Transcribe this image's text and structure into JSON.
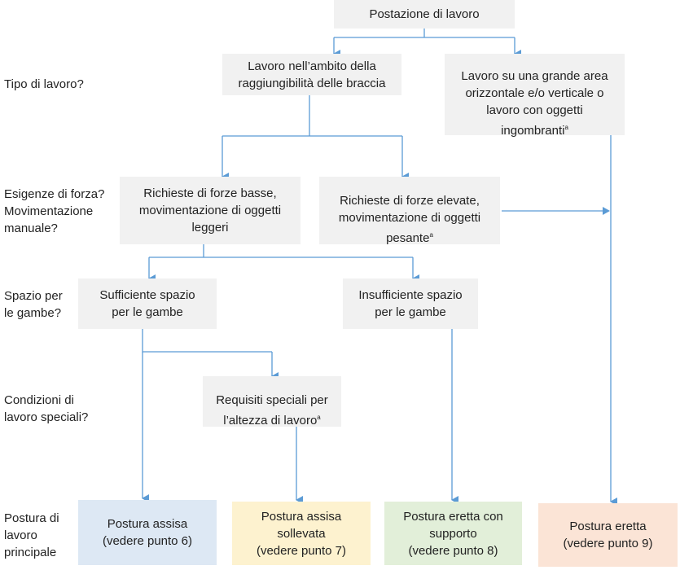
{
  "colors": {
    "connector": "#5b9bd5",
    "box_gray": "#f1f1f1",
    "seated": "#dde8f4",
    "raised_seated": "#fdf2cf",
    "standing_support": "#e2efd9",
    "standing": "#fbe4d6"
  },
  "questions": {
    "work_type": "Tipo di lavoro?",
    "force": "Esigenze di forza?\nMovimentazione\nmanuale?",
    "leg_space": "Spazio per\nle gambe?",
    "special_conditions": "Condizioni di\nlavoro speciali?",
    "main_posture": "Postura di\nlavoro\nprincipale"
  },
  "boxes": {
    "workstation": "Postazione di lavoro",
    "reach_work": "Lavoro nell’ambito della\nraggiungibilità delle braccia",
    "large_area_work": "Lavoro su una  grande area\norizzontale e/o verticale o\nlavoro con oggetti\ningombranti",
    "large_area_note": "a",
    "low_force": "Richieste di forze basse,\nmovimentazione di oggetti\nleggeri",
    "high_force": "Richieste di forze elevate,\nmovimentazione di oggetti\npesante",
    "high_force_note": "a",
    "enough_space": "Sufficiente spazio\nper le gambe",
    "not_enough_space": "Insufficiente spazio\nper le gambe",
    "special_height": "Requisiti speciali per\nl’altezza di lavoro",
    "special_height_note": "a"
  },
  "postures": {
    "seated": "Postura assisa\n(vedere punto 6)",
    "raised_seated": "Postura assisa\nsollevata\n(vedere punto 7)",
    "standing_support": "Postura eretta con\nsupporto\n(vedere punto 8)",
    "standing": "Postura eretta\n(vedere punto 9)"
  }
}
